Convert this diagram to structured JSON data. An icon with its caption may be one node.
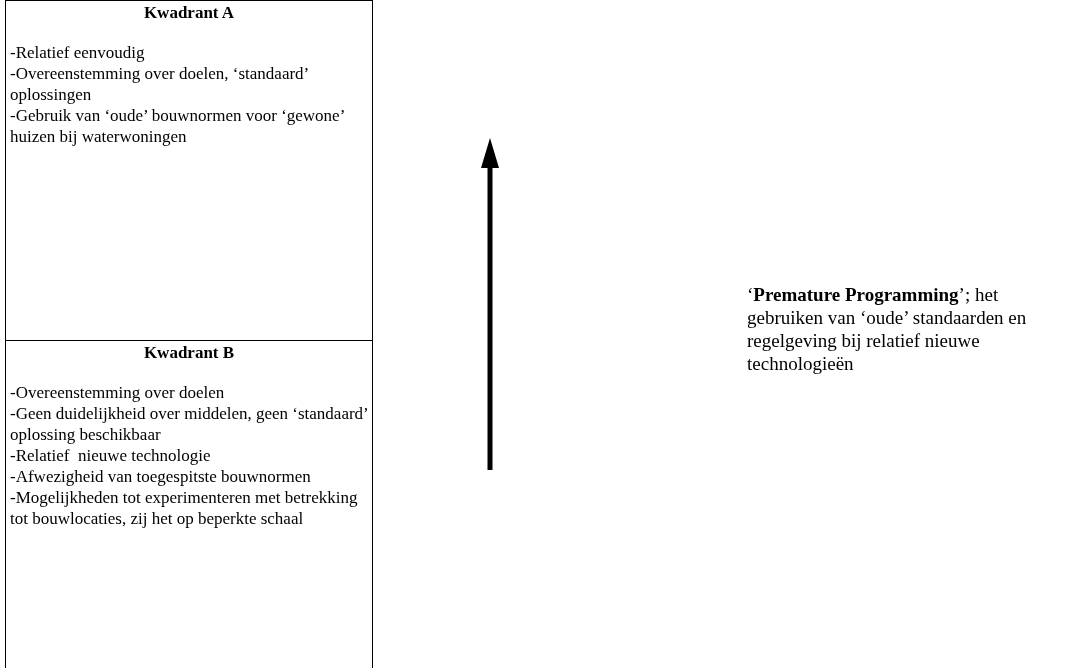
{
  "diagram": {
    "nodes": [
      {
        "text": [
          "Kwadrant A",
          "-Relatief eenvoudig",
          "-Overeenstemming over doelen, ‘standaard’ oplossingen",
          "-Gebruik van ‘oude’ bouwnormen voor ‘gewone’ huizen bij waterwoningen"
        ]
      },
      {
        "text": [
          "Kwadrant B",
          "-Overeenstemming over doelen",
          "-Geen duidelijkheid over middelen, geen ‘standaard’ oplossing beschikbaar",
          "-Relatief  nieuwe technologie",
          "-Afwezigheid van toegespitste bouwnormen",
          "-Mogelijkheden tot experimenteren met betrekking tot bouwlocaties, zij het op beperkte schaal"
        ]
      }
    ],
    "edges": [],
    "labels": [
      "‘**Premature Programming**’; het gebruiken van ‘oude’ standaarden en regelgeving bij relatief nieuwe technologieën"
    ]
  }
}
